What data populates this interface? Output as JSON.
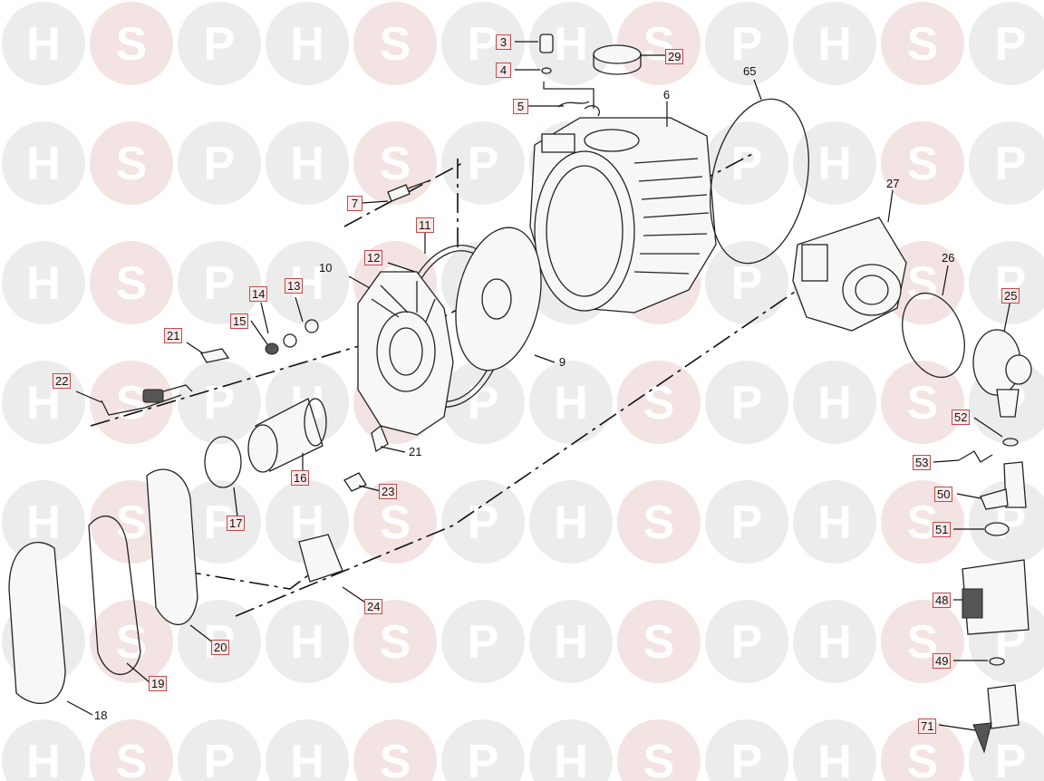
{
  "watermark": {
    "letters": [
      "H",
      "S",
      "P"
    ],
    "color_disc": "#ececec",
    "color_s_disc": "#f3e3e3"
  },
  "colors": {
    "callout_border": "#c24b4b",
    "callout_fill": "#fbe9e9",
    "line": "#222222"
  },
  "callouts": {
    "p3": "3",
    "p4": "4",
    "p5": "5",
    "p6": "6",
    "p7": "7",
    "p9": "9",
    "p10": "10",
    "p11": "11",
    "p12": "12",
    "p13": "13",
    "p14": "14",
    "p15": "15",
    "p16": "16",
    "p17": "17",
    "p18": "18",
    "p19": "19",
    "p20": "20",
    "p21a": "21",
    "p21b": "21",
    "p22": "22",
    "p23": "23",
    "p24": "24",
    "p25": "25",
    "p26": "26",
    "p27": "27",
    "p29": "29",
    "p48": "48",
    "p49": "49",
    "p50": "50",
    "p51": "51",
    "p52": "52",
    "p53": "53",
    "p65": "65",
    "p71": "71"
  }
}
